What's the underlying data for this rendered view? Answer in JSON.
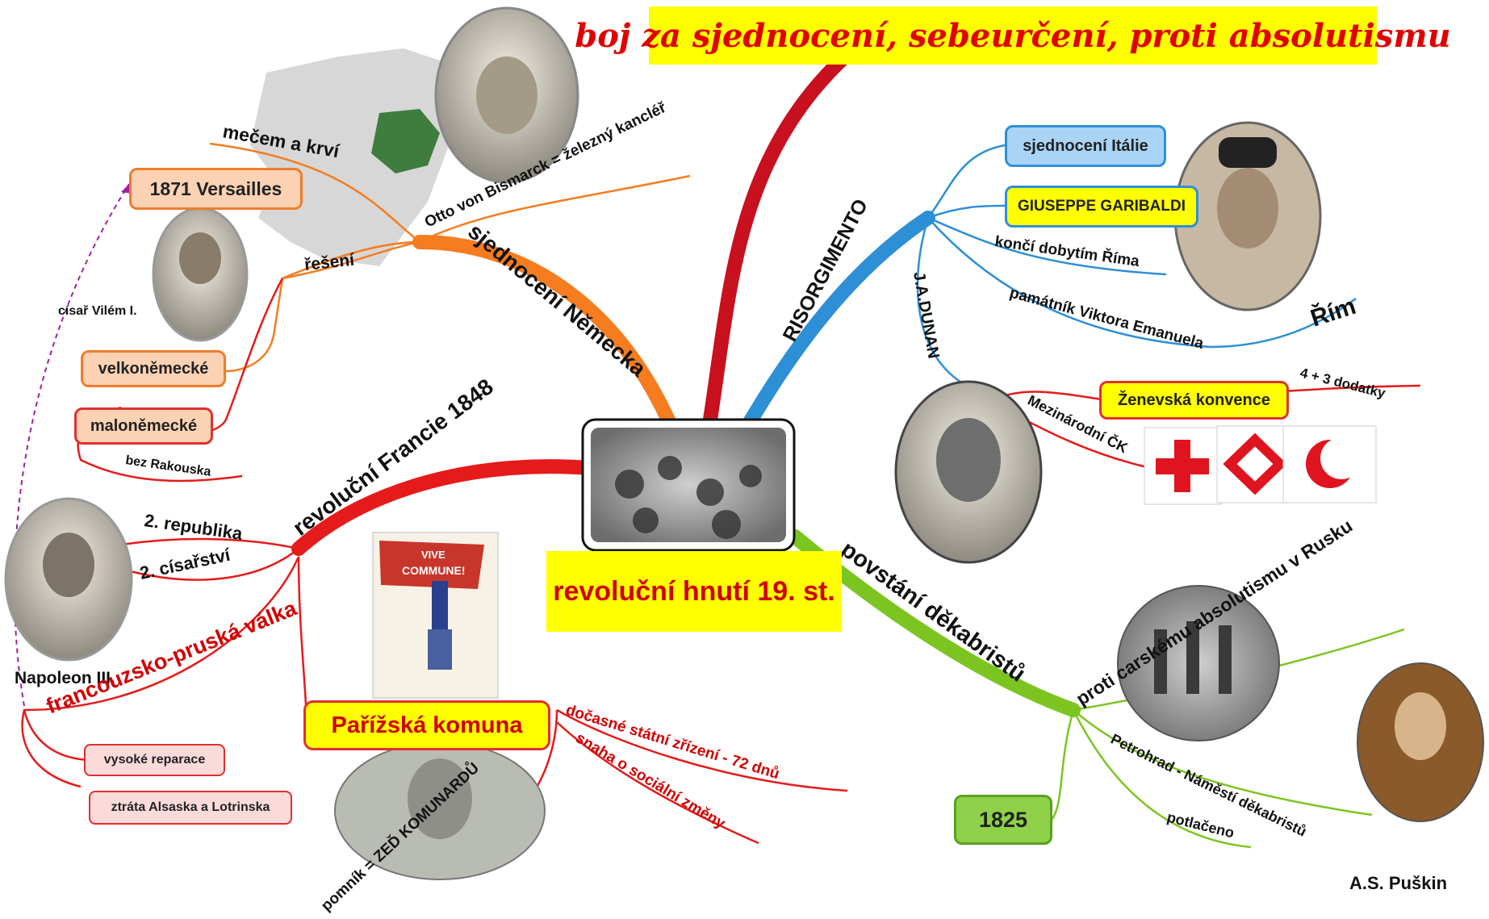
{
  "banner": "boj za sjednocení, sebeurčení, proti absolutismu",
  "center": {
    "title": "revoluční hnutí 19. st."
  },
  "germany": {
    "branch": "sjednocení Německa",
    "bismarck": "Otto von Bismarck = železný kancléř",
    "blood_iron": "mečem a krví",
    "versailles": "1871 Versailles",
    "solution": "řešení",
    "greater": "velkoněmecké",
    "lesser": "maloněmecké",
    "without_austria": "bez Rakouska",
    "emperor": "císař Vilém I."
  },
  "italy": {
    "branch": "RISORGIMENTO",
    "unification": "sjednocení Itálie",
    "garibaldi": "GIUSEPPE GARIBALDI",
    "rome_conquest": "končí dobytím Říma",
    "monument": "památník Viktora Emanuela",
    "rome": "Řím"
  },
  "dunan": {
    "branch": "J.A.DUNAN",
    "geneva": "Ženevská konvence",
    "addenda": "4 + 3 dodatky",
    "red_cross": "Mezinárodní ČK"
  },
  "france": {
    "branch": "revoluční Francie 1848",
    "republic": "2. republika",
    "empire": "2. císařství",
    "napoleon": "Napoleon III.",
    "war": "francouzsko-pruská válka",
    "reparations": "vysoké reparace",
    "loss": "ztráta Alsaska a Lotrinska"
  },
  "commune": {
    "title": "Pařížská komuna",
    "temporary": "dočasné státní zřízení - 72 dnů",
    "social": "snaha o sociální změny",
    "wall": "pomník = ZEĎ KOMUNARDŮ",
    "flag_line1": "VIVE",
    "flag_line2": "COMMUNE!"
  },
  "decembrists": {
    "branch": "povstání děkabristů",
    "against": "proti carskému absolutismu v Rusku",
    "petrograd": "Petrohrad - Náměstí děkabristů",
    "suppressed": "potlačeno",
    "year": "1825",
    "pushkin": "A.S. Puškin"
  },
  "colors": {
    "germany": "#f57c1f",
    "italy": "#2d8fd5",
    "france": "#e51b1b",
    "decembrists": "#7cc521",
    "banner_branch": "#c8101e",
    "banner_bg": "#ffff00"
  }
}
